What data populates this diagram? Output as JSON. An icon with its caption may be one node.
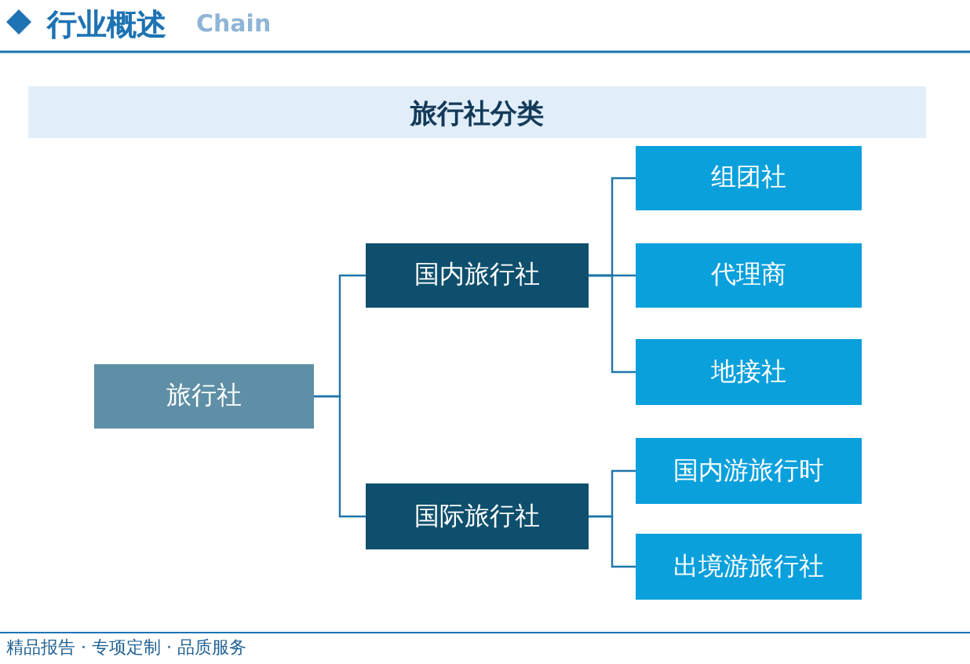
{
  "diagram": {
    "title": "旅行社分类",
    "nodes": [
      {
        "text": [
          "旅行社"
        ]
      },
      {
        "text": [
          "国内旅行社"
        ]
      },
      {
        "text": [
          "国际旅行社"
        ]
      },
      {
        "text": [
          "组团社"
        ]
      },
      {
        "text": [
          "代理商"
        ]
      },
      {
        "text": [
          "地接社"
        ]
      },
      {
        "text": [
          "国内游旅行时"
        ]
      },
      {
        "text": [
          "出境游旅行社"
        ]
      }
    ],
    "edges": [
      {
        "from": 0,
        "to": 1,
        "arrow": "none"
      },
      {
        "from": 0,
        "to": 2,
        "arrow": "none"
      },
      {
        "from": 1,
        "to": 3,
        "arrow": "none"
      },
      {
        "from": 1,
        "to": 4,
        "arrow": "none"
      },
      {
        "from": 1,
        "to": 5,
        "arrow": "none"
      },
      {
        "from": 2,
        "to": 6,
        "arrow": "none"
      },
      {
        "from": 2,
        "to": 7,
        "arrow": "none"
      }
    ],
    "labels": [
      "行业概述",
      "Chain",
      "精品报告 · 专项定制 · 品质服务"
    ]
  }
}
